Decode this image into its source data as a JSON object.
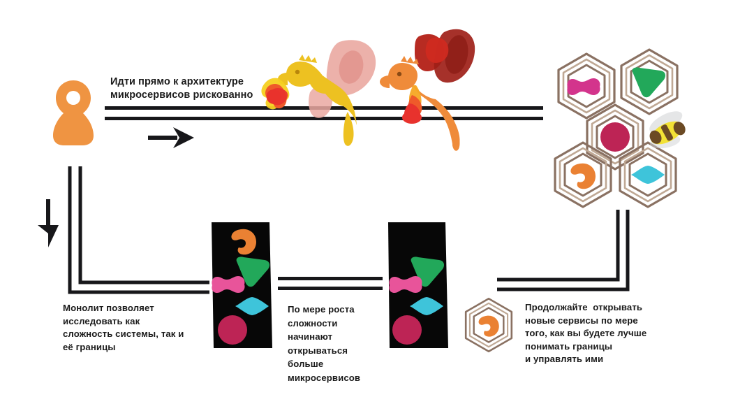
{
  "diagram": {
    "title_visible": false,
    "background": "#ffffff",
    "stages": [
      {
        "id": "risky-path",
        "caption": "Идти прямо к архитектуре\nмикросервисов рискованно",
        "actor": "person-pawn",
        "hazards": [
          "dragon-yellow",
          "dragon-orange"
        ],
        "target": "honeycomb-cluster"
      },
      {
        "id": "monolith",
        "caption": "Монолит позволяет\nисследовать как\nсложность системы, так и\nеё границы",
        "shape_count": 5
      },
      {
        "id": "emerging-services",
        "caption": "По мере роста\nсложности\nначинают\nоткрываться\nбольше\nмикросервисов",
        "shape_count": 4
      },
      {
        "id": "extracted-services",
        "caption": "Продолжайте  открывать\nновые сервисы по мере\nтого, как вы будете лучше\nпонимать границы\nи управлять ими",
        "extracted": [
          "comma-orange"
        ]
      }
    ],
    "palette": {
      "person": "#ef9442",
      "rail": "#17171a",
      "monolith_bg": "#070707",
      "hex_outline": "#8a7162",
      "hex_fill": "#ffffff",
      "shape_orange": "#ea8133",
      "shape_green": "#22a85a",
      "shape_pink": "#e8549a",
      "shape_cyan": "#3ec4da",
      "shape_magenta": "#c62a66",
      "shape_berry": "#d3348c",
      "bee_body": "#f2e135",
      "bee_band": "#6b4a24",
      "dragon_yellow": "#f0bc17",
      "dragon_orange": "#ef8b3a",
      "flame_red": "#e8322d",
      "wing_pink": "#e8a8a0",
      "wing_red": "#b72b22"
    },
    "cells": [
      {
        "name": "cell-pink-bone",
        "shape": "bone",
        "color": "#d3348c"
      },
      {
        "name": "cell-green-tri",
        "shape": "triangle",
        "color": "#22a85a"
      },
      {
        "name": "cell-berry-circle",
        "shape": "circle",
        "color": "#bd2455"
      },
      {
        "name": "cell-orange-comma",
        "shape": "comma",
        "color": "#ea8133"
      },
      {
        "name": "cell-cyan-diamond",
        "shape": "diamond",
        "color": "#3ec4da"
      }
    ],
    "monolith_shapes_left": [
      {
        "name": "comma-orange",
        "color": "#ea8133"
      },
      {
        "name": "triangle-green",
        "color": "#22a85a"
      },
      {
        "name": "bone-pink",
        "color": "#e8549a"
      },
      {
        "name": "diamond-cyan",
        "color": "#3ec4da"
      },
      {
        "name": "circle-berry",
        "color": "#bd2455"
      }
    ],
    "monolith_shapes_right": [
      {
        "name": "triangle-green",
        "color": "#22a85a"
      },
      {
        "name": "bone-pink",
        "color": "#e8549a"
      },
      {
        "name": "diamond-cyan",
        "color": "#3ec4da"
      },
      {
        "name": "circle-berry",
        "color": "#bd2455"
      }
    ],
    "arrows": [
      {
        "name": "arrow-right-top",
        "direction": "right"
      },
      {
        "name": "arrow-down-left",
        "direction": "down"
      }
    ]
  }
}
